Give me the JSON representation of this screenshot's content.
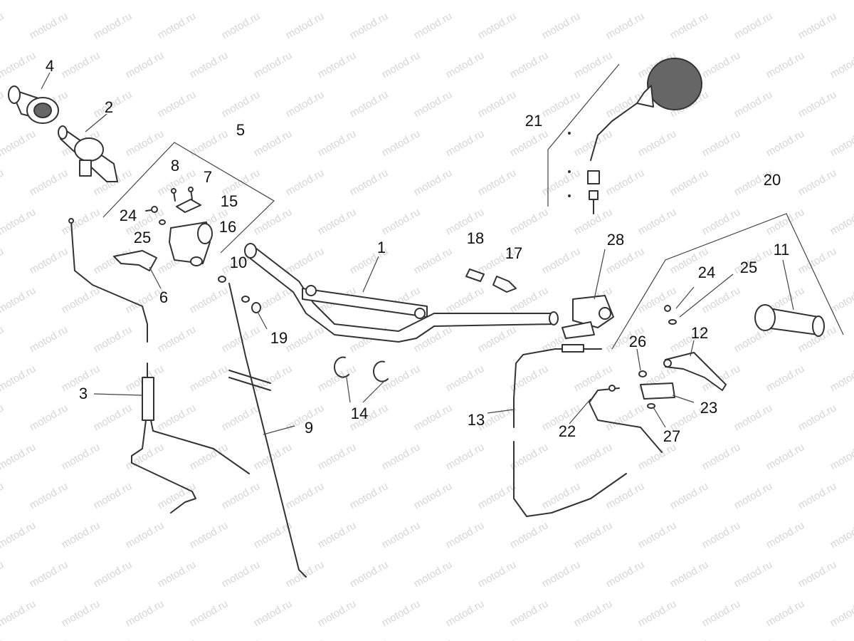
{
  "watermark": "motod.ru",
  "callouts": [
    "1",
    "2",
    "3",
    "4",
    "5",
    "6",
    "7",
    "8",
    "9",
    "10",
    "11",
    "12",
    "13",
    "14",
    "15",
    "16",
    "17",
    "18",
    "19",
    "20",
    "21",
    "22",
    "23",
    "24",
    "25",
    "26",
    "27",
    "28",
    "24",
    "25"
  ]
}
